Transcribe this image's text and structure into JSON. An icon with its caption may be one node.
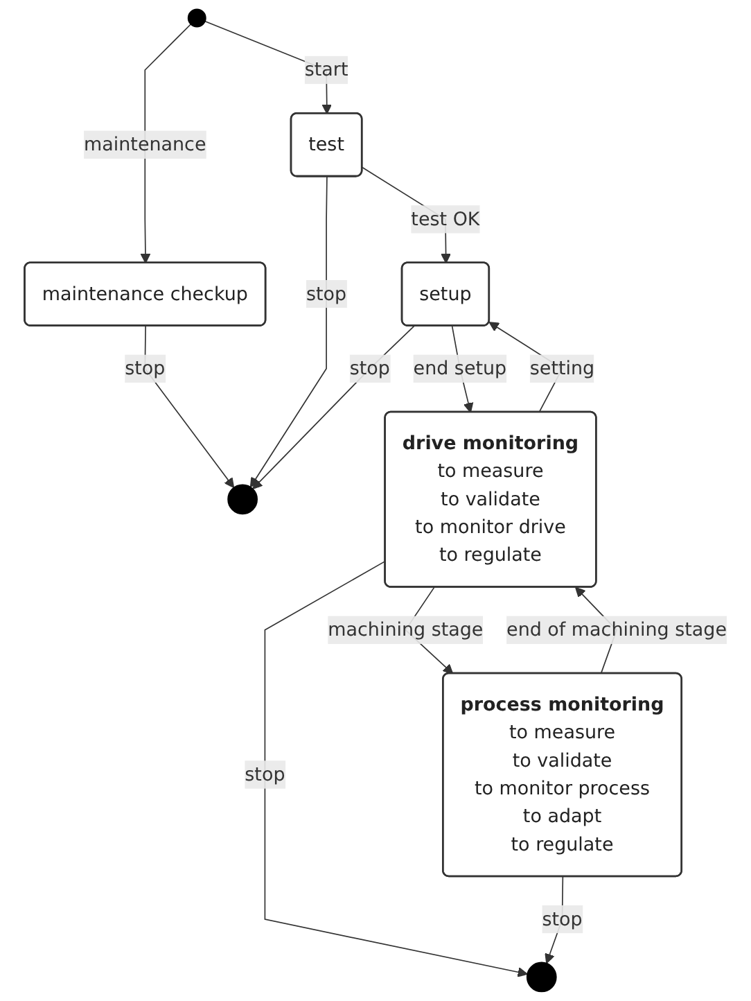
{
  "diagram": {
    "nodes": [
      {
        "text": [],
        "shape": "circle"
      },
      {
        "text": [
          "maintenance checkup"
        ]
      },
      {
        "text": [],
        "shape": "circle"
      },
      {
        "text": [
          "test"
        ]
      },
      {
        "text": [
          "setup"
        ]
      },
      {
        "text": [
          "drive monitoring",
          "to measure",
          "to validate",
          "to monitor drive",
          "to regulate"
        ]
      },
      {
        "text": [],
        "shape": "circle"
      },
      {
        "text": [
          "process monitoring",
          "to measure",
          "to validate",
          "to monitor process",
          "to adapt",
          "to regulate"
        ]
      }
    ],
    "edges": [
      {
        "from": 0,
        "to": 1,
        "label": "maintenance",
        "arrow": "to"
      },
      {
        "from": 1,
        "to": 2,
        "label": "stop",
        "arrow": "to"
      },
      {
        "from": 0,
        "to": 3,
        "label": "start",
        "arrow": "to"
      },
      {
        "from": 3,
        "to": 2,
        "label": "stop",
        "arrow": "to"
      },
      {
        "from": 3,
        "to": 4,
        "label": "test OK",
        "arrow": "to"
      },
      {
        "from": 4,
        "to": 2,
        "label": "stop",
        "arrow": "to"
      },
      {
        "from": 4,
        "to": 5,
        "label": "end setup",
        "arrow": "to"
      },
      {
        "from": 5,
        "to": 4,
        "label": "setting",
        "arrow": "to"
      },
      {
        "from": 5,
        "to": 6,
        "label": "stop",
        "arrow": "to"
      },
      {
        "from": 5,
        "to": 7,
        "label": "machining stage",
        "arrow": "to"
      },
      {
        "from": 7,
        "to": 5,
        "label": "end of machining stage",
        "arrow": "to"
      },
      {
        "from": 7,
        "to": 6,
        "label": "stop",
        "arrow": "to"
      }
    ]
  }
}
